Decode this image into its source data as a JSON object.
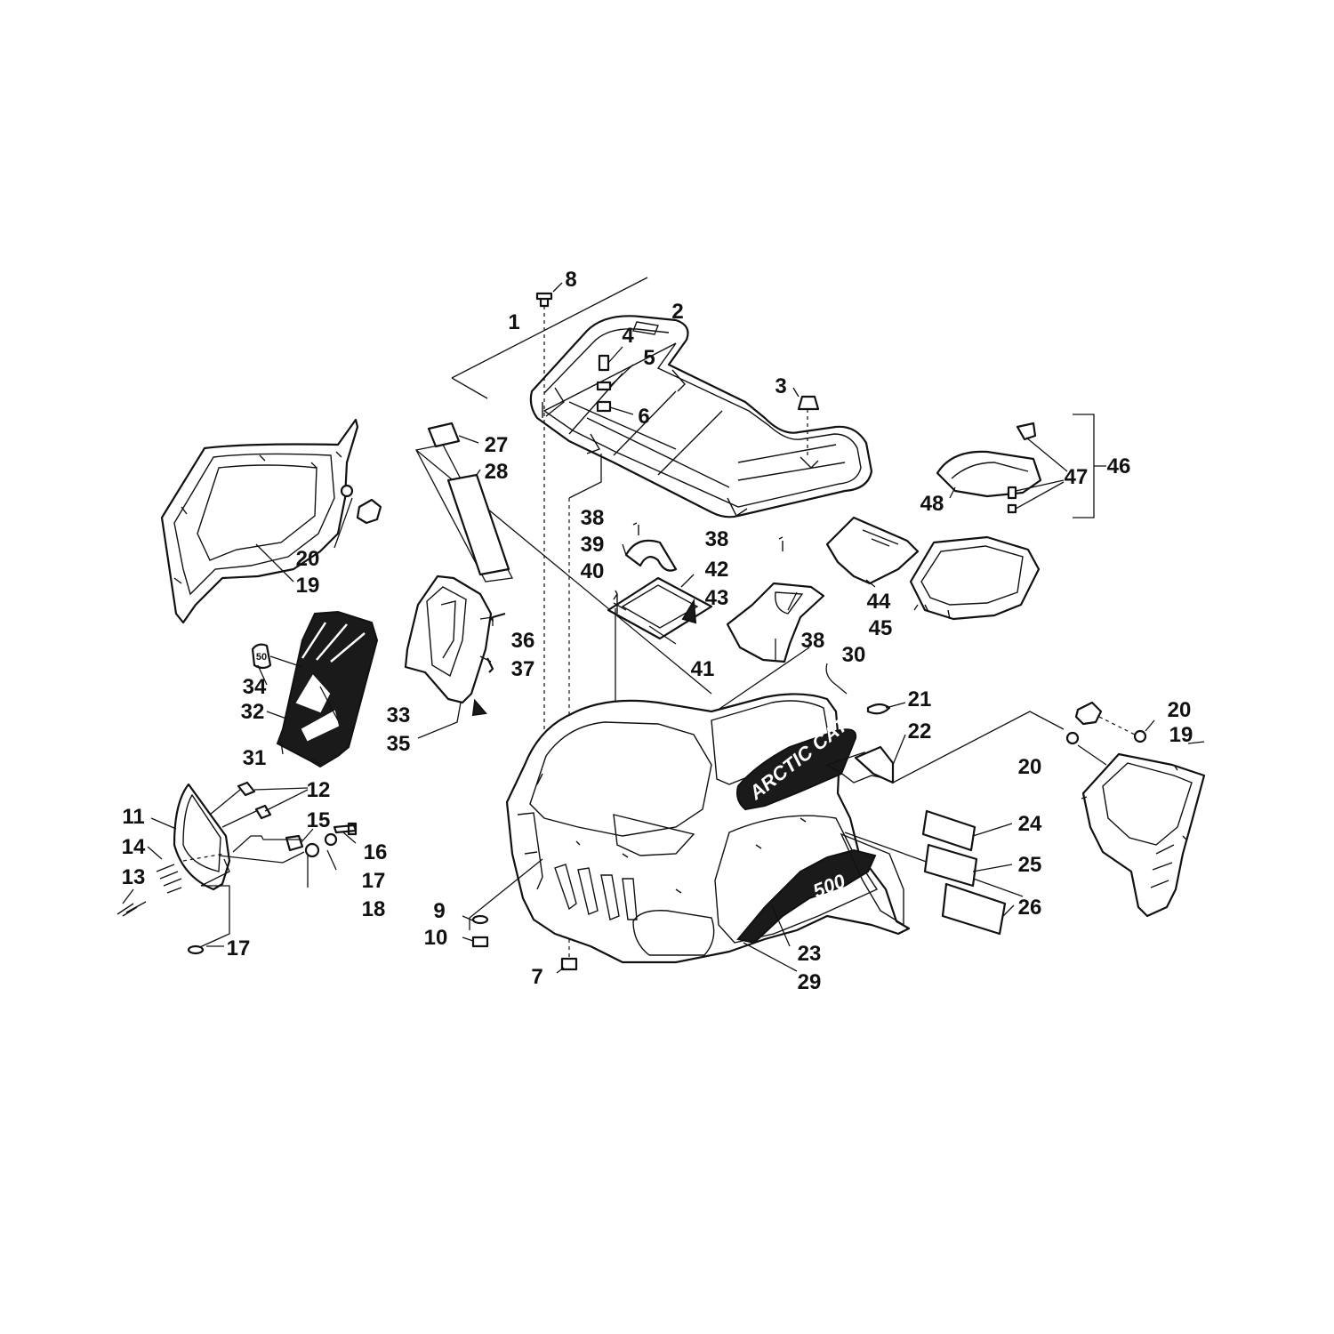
{
  "diagram": {
    "logo_text": "ARCTIC CAT",
    "badge_text": "50",
    "model_text": "500",
    "callouts": {
      "c1": "1",
      "c2": "2",
      "c3": "3",
      "c4": "4",
      "c5": "5",
      "c6": "6",
      "c7": "7",
      "c8": "8",
      "c9": "9",
      "c10": "10",
      "c11": "11",
      "c12": "12",
      "c13": "13",
      "c14": "14",
      "c15": "15",
      "c16": "16",
      "c17a": "17",
      "c17b": "17",
      "c18": "18",
      "c19a": "19",
      "c19b": "19",
      "c20a": "20",
      "c20b": "20",
      "c20c": "20",
      "c21": "21",
      "c22": "22",
      "c23": "23",
      "c24": "24",
      "c25": "25",
      "c26": "26",
      "c27": "27",
      "c28": "28",
      "c29": "29",
      "c30": "30",
      "c31": "31",
      "c32": "32",
      "c33": "33",
      "c34": "34",
      "c35": "35",
      "c36": "36",
      "c37": "37",
      "c38a": "38",
      "c38b": "38",
      "c38c": "38",
      "c39": "39",
      "c40": "40",
      "c41": "41",
      "c42": "42",
      "c43": "43",
      "c44": "44",
      "c45": "45",
      "c46": "46",
      "c47": "47",
      "c48": "48"
    }
  }
}
